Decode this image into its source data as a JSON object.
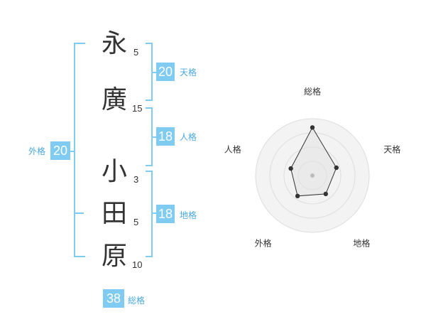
{
  "name": {
    "chars": [
      {
        "char": "永",
        "strokes": "5"
      },
      {
        "char": "廣",
        "strokes": "15"
      },
      {
        "char": "小",
        "strokes": "3"
      },
      {
        "char": "田",
        "strokes": "5"
      },
      {
        "char": "原",
        "strokes": "10"
      }
    ]
  },
  "fortune": {
    "tenkaku": {
      "value": "20",
      "label": "天格"
    },
    "jinkaku": {
      "value": "18",
      "label": "人格"
    },
    "chikaku": {
      "value": "18",
      "label": "地格"
    },
    "gaikaku": {
      "value": "20",
      "label": "外格"
    },
    "soukaku": {
      "value": "38",
      "label": "総格"
    }
  },
  "colors": {
    "accent": "#7fcbf2",
    "label": "#4aa8de",
    "text": "#333333"
  },
  "chart_data": {
    "type": "radar",
    "axes": [
      "総格",
      "天格",
      "地格",
      "外格",
      "人格"
    ],
    "values": [
      38,
      20,
      18,
      20,
      18
    ],
    "ring_count": 4,
    "grid": true
  }
}
